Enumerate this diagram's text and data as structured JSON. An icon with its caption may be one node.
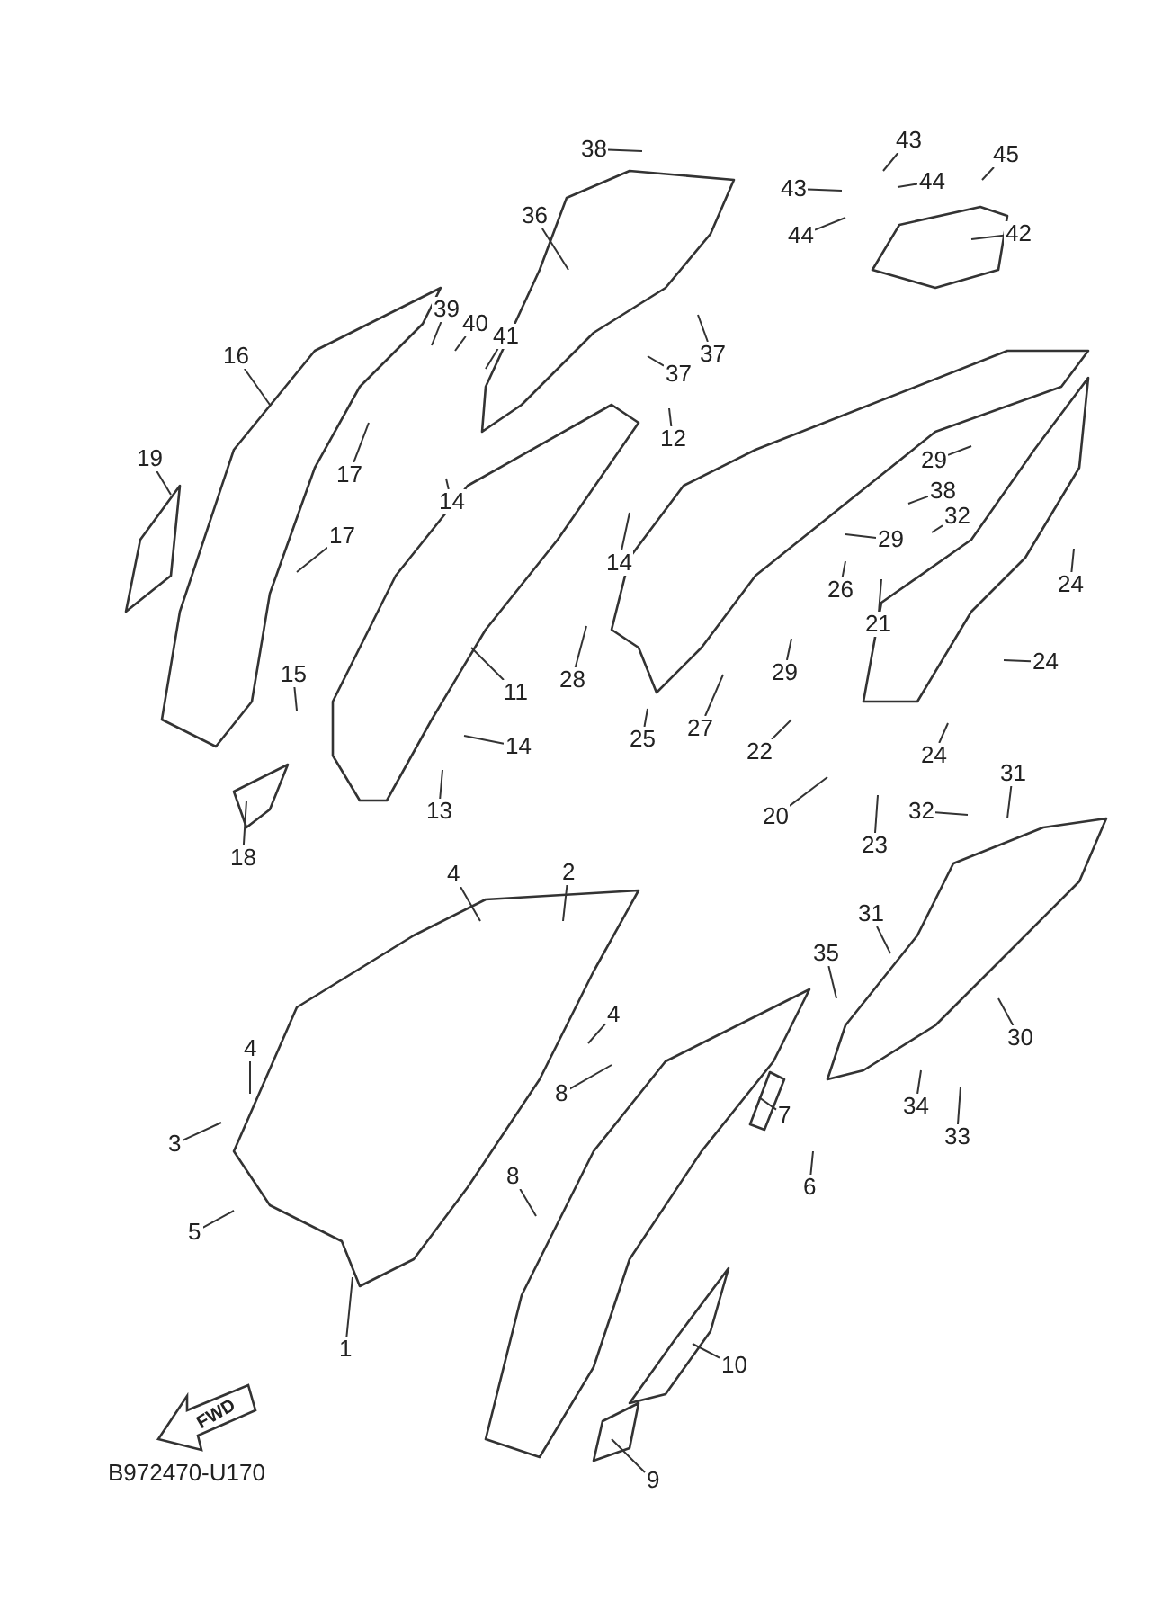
{
  "diagram": {
    "nodes": [
      {
        "text": [
          "38"
        ]
      },
      {
        "text": [
          "36"
        ]
      },
      {
        "text": [
          "43"
        ]
      },
      {
        "text": [
          "45"
        ]
      },
      {
        "text": [
          "43"
        ]
      },
      {
        "text": [
          "44"
        ]
      },
      {
        "text": [
          "42"
        ]
      },
      {
        "text": [
          "44"
        ]
      },
      {
        "text": [
          "39"
        ]
      },
      {
        "text": [
          "40"
        ]
      },
      {
        "text": [
          "41"
        ]
      },
      {
        "text": [
          "16"
        ]
      },
      {
        "text": [
          "37"
        ]
      },
      {
        "text": [
          "37"
        ]
      },
      {
        "text": [
          "12"
        ]
      },
      {
        "text": [
          "19"
        ]
      },
      {
        "text": [
          "17"
        ]
      },
      {
        "text": [
          "14"
        ]
      },
      {
        "text": [
          "29"
        ]
      },
      {
        "text": [
          "38"
        ]
      },
      {
        "text": [
          "32"
        ]
      },
      {
        "text": [
          "29"
        ]
      },
      {
        "text": [
          "24"
        ]
      },
      {
        "text": [
          "17"
        ]
      },
      {
        "text": [
          "14"
        ]
      },
      {
        "text": [
          "26"
        ]
      },
      {
        "text": [
          "21"
        ]
      },
      {
        "text": [
          "11"
        ]
      },
      {
        "text": [
          "28"
        ]
      },
      {
        "text": [
          "25"
        ]
      },
      {
        "text": [
          "27"
        ]
      },
      {
        "text": [
          "29"
        ]
      },
      {
        "text": [
          "24"
        ]
      },
      {
        "text": [
          "15"
        ]
      },
      {
        "text": [
          "14"
        ]
      },
      {
        "text": [
          "13"
        ]
      },
      {
        "text": [
          "22"
        ]
      },
      {
        "text": [
          "24"
        ]
      },
      {
        "text": [
          "20"
        ]
      },
      {
        "text": [
          "23"
        ]
      },
      {
        "text": [
          "18"
        ]
      },
      {
        "text": [
          "31"
        ]
      },
      {
        "text": [
          "32"
        ]
      },
      {
        "text": [
          "4"
        ]
      },
      {
        "text": [
          "2"
        ]
      },
      {
        "text": [
          "31"
        ]
      },
      {
        "text": [
          "35"
        ]
      },
      {
        "text": [
          "30"
        ]
      },
      {
        "text": [
          "34"
        ]
      },
      {
        "text": [
          "33"
        ]
      },
      {
        "text": [
          "4"
        ]
      },
      {
        "text": [
          "8"
        ]
      },
      {
        "text": [
          "4"
        ]
      },
      {
        "text": [
          "3"
        ]
      },
      {
        "text": [
          "7"
        ]
      },
      {
        "text": [
          "6"
        ]
      },
      {
        "text": [
          "5"
        ]
      },
      {
        "text": [
          "8"
        ]
      },
      {
        "text": [
          "1"
        ]
      },
      {
        "text": [
          "10"
        ]
      },
      {
        "text": [
          "9"
        ]
      }
    ],
    "edges": [
      {
        "from": 0,
        "to": null,
        "arrow": "none"
      },
      {
        "from": 1,
        "to": null,
        "arrow": "none"
      },
      {
        "from": 2,
        "to": null,
        "arrow": "none"
      },
      {
        "from": 3,
        "to": null,
        "arrow": "none"
      },
      {
        "from": 4,
        "to": null,
        "arrow": "none"
      },
      {
        "from": 5,
        "to": null,
        "arrow": "none"
      },
      {
        "from": 6,
        "to": null,
        "arrow": "none"
      },
      {
        "from": 7,
        "to": null,
        "arrow": "none"
      },
      {
        "from": 8,
        "to": null,
        "arrow": "none"
      },
      {
        "from": 9,
        "to": null,
        "arrow": "none"
      },
      {
        "from": 10,
        "to": null,
        "arrow": "none"
      },
      {
        "from": 11,
        "to": null,
        "arrow": "none"
      },
      {
        "from": 12,
        "to": null,
        "arrow": "none"
      },
      {
        "from": 13,
        "to": null,
        "arrow": "none"
      },
      {
        "from": 14,
        "to": null,
        "arrow": "none"
      },
      {
        "from": 15,
        "to": null,
        "arrow": "none"
      },
      {
        "from": 16,
        "to": null,
        "arrow": "none"
      },
      {
        "from": 17,
        "to": null,
        "arrow": "none"
      },
      {
        "from": 18,
        "to": null,
        "arrow": "none"
      },
      {
        "from": 19,
        "to": null,
        "arrow": "none"
      },
      {
        "from": 20,
        "to": null,
        "arrow": "none"
      },
      {
        "from": 21,
        "to": null,
        "arrow": "none"
      },
      {
        "from": 22,
        "to": null,
        "arrow": "none"
      },
      {
        "from": 23,
        "to": null,
        "arrow": "none"
      },
      {
        "from": 24,
        "to": null,
        "arrow": "none"
      },
      {
        "from": 25,
        "to": null,
        "arrow": "none"
      },
      {
        "from": 26,
        "to": null,
        "arrow": "none"
      },
      {
        "from": 27,
        "to": null,
        "arrow": "none"
      },
      {
        "from": 28,
        "to": null,
        "arrow": "none"
      },
      {
        "from": 29,
        "to": null,
        "arrow": "none"
      },
      {
        "from": 30,
        "to": null,
        "arrow": "none"
      },
      {
        "from": 31,
        "to": null,
        "arrow": "none"
      },
      {
        "from": 32,
        "to": null,
        "arrow": "none"
      },
      {
        "from": 33,
        "to": null,
        "arrow": "none"
      },
      {
        "from": 34,
        "to": null,
        "arrow": "none"
      },
      {
        "from": 35,
        "to": null,
        "arrow": "none"
      },
      {
        "from": 36,
        "to": null,
        "arrow": "none"
      },
      {
        "from": 37,
        "to": null,
        "arrow": "none"
      },
      {
        "from": 38,
        "to": null,
        "arrow": "none"
      },
      {
        "from": 39,
        "to": null,
        "arrow": "none"
      },
      {
        "from": 40,
        "to": null,
        "arrow": "none"
      },
      {
        "from": 41,
        "to": null,
        "arrow": "none"
      },
      {
        "from": 42,
        "to": null,
        "arrow": "none"
      },
      {
        "from": 43,
        "to": null,
        "arrow": "none"
      },
      {
        "from": 44,
        "to": null,
        "arrow": "none"
      },
      {
        "from": 45,
        "to": null,
        "arrow": "none"
      },
      {
        "from": 46,
        "to": null,
        "arrow": "none"
      },
      {
        "from": 47,
        "to": null,
        "arrow": "none"
      },
      {
        "from": 48,
        "to": null,
        "arrow": "none"
      },
      {
        "from": 49,
        "to": null,
        "arrow": "none"
      },
      {
        "from": 50,
        "to": null,
        "arrow": "none"
      },
      {
        "from": 51,
        "to": null,
        "arrow": "none"
      },
      {
        "from": 52,
        "to": null,
        "arrow": "none"
      },
      {
        "from": 53,
        "to": null,
        "arrow": "none"
      },
      {
        "from": 54,
        "to": null,
        "arrow": "none"
      },
      {
        "from": 55,
        "to": null,
        "arrow": "none"
      },
      {
        "from": 56,
        "to": null,
        "arrow": "none"
      },
      {
        "from": 57,
        "to": null,
        "arrow": "none"
      },
      {
        "from": 58,
        "to": null,
        "arrow": "none"
      },
      {
        "from": 59,
        "to": null,
        "arrow": "none"
      },
      {
        "from": 60,
        "to": null,
        "arrow": "none"
      }
    ],
    "labels": [
      "FWD",
      "B972470-U170"
    ]
  }
}
